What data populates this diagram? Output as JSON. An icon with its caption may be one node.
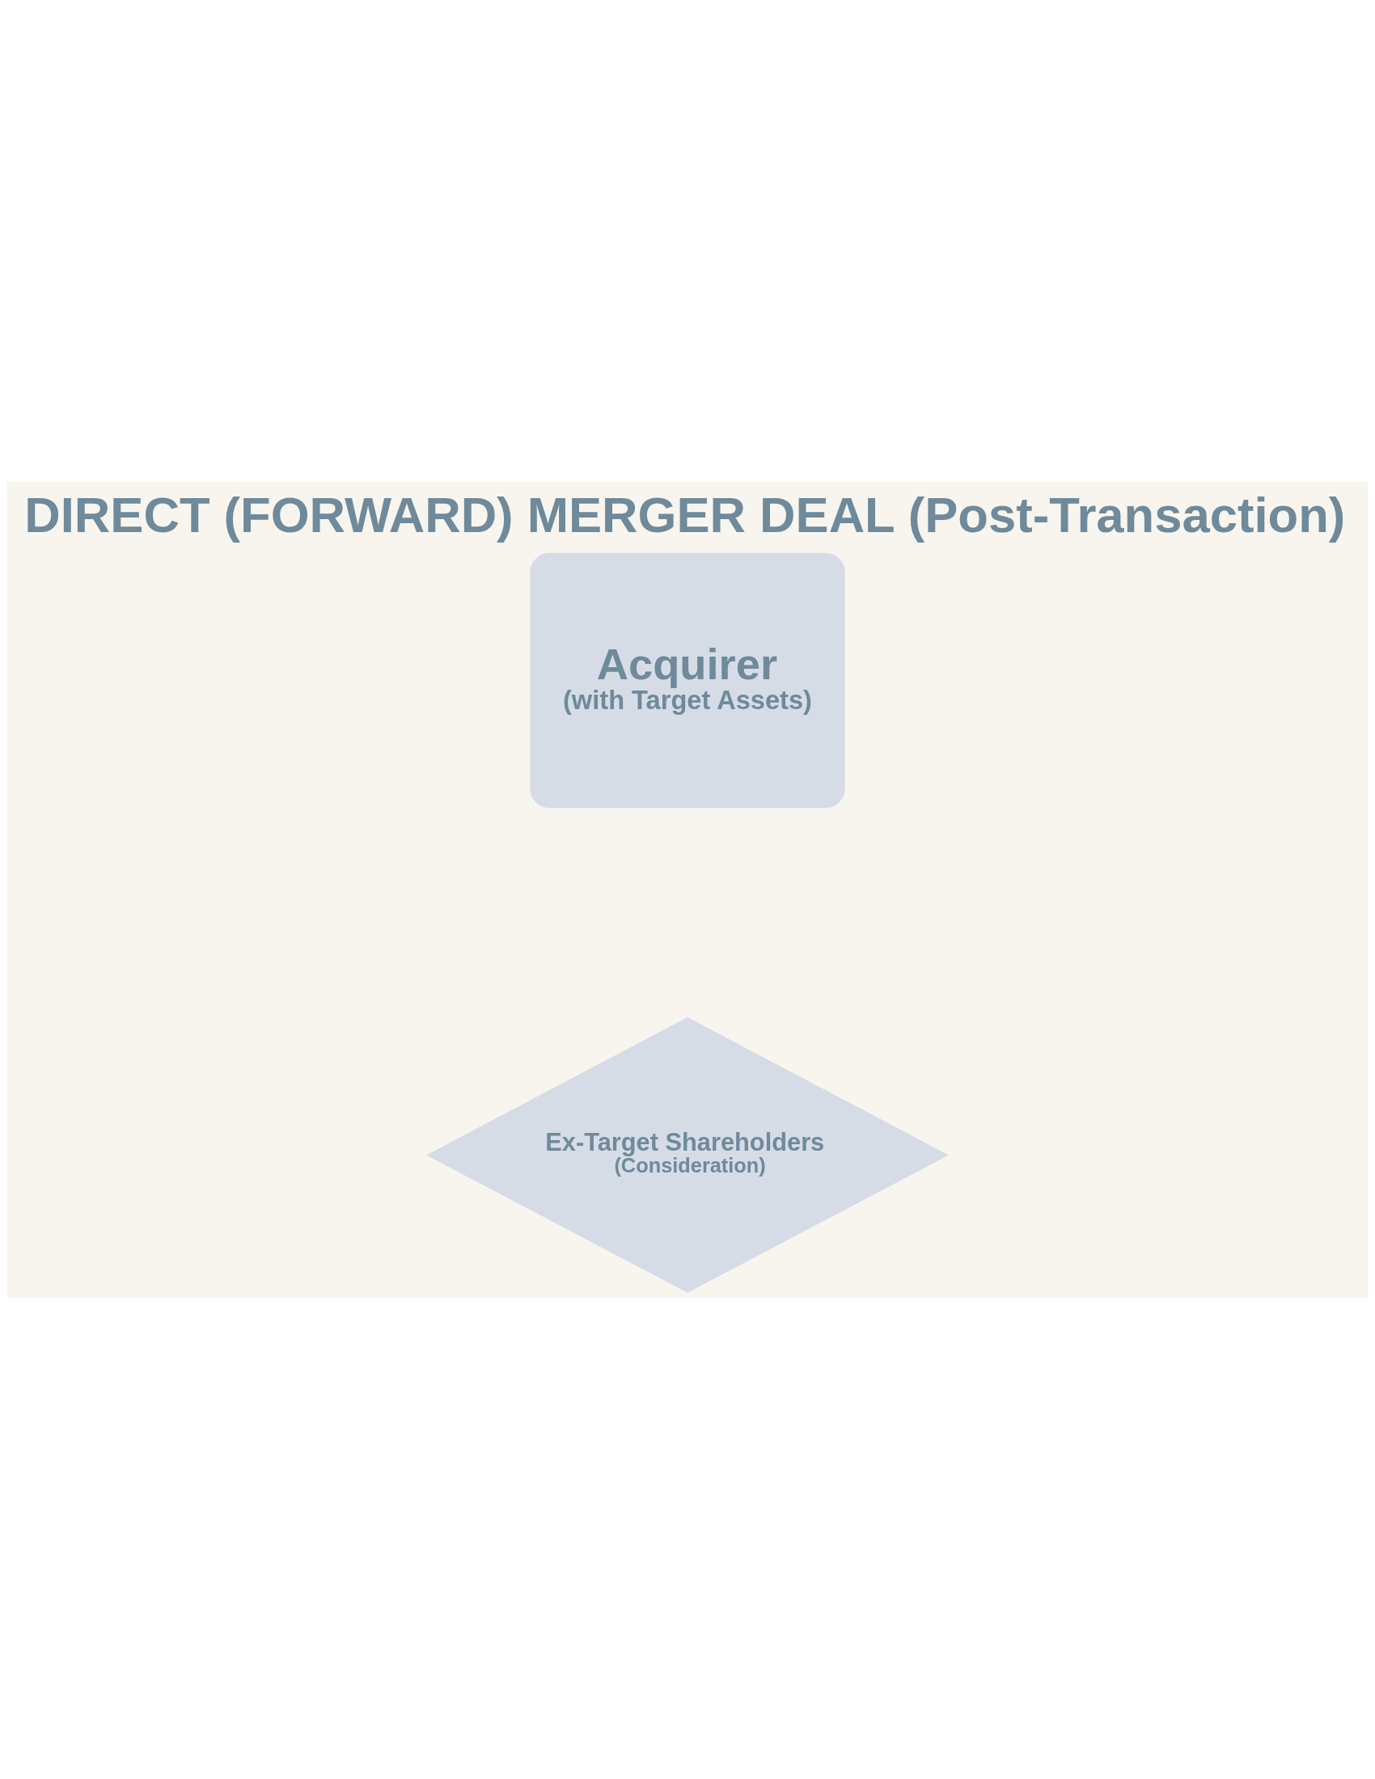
{
  "diagram": {
    "title": "DIRECT (FORWARD) MERGER DEAL (Post-Transaction)",
    "nodes": [
      {
        "text": [
          "Acquirer",
          "(with Target Assets)"
        ]
      },
      {
        "text": [
          "Ex-Target Shareholders",
          "(Consideration)"
        ]
      }
    ],
    "edges": []
  }
}
